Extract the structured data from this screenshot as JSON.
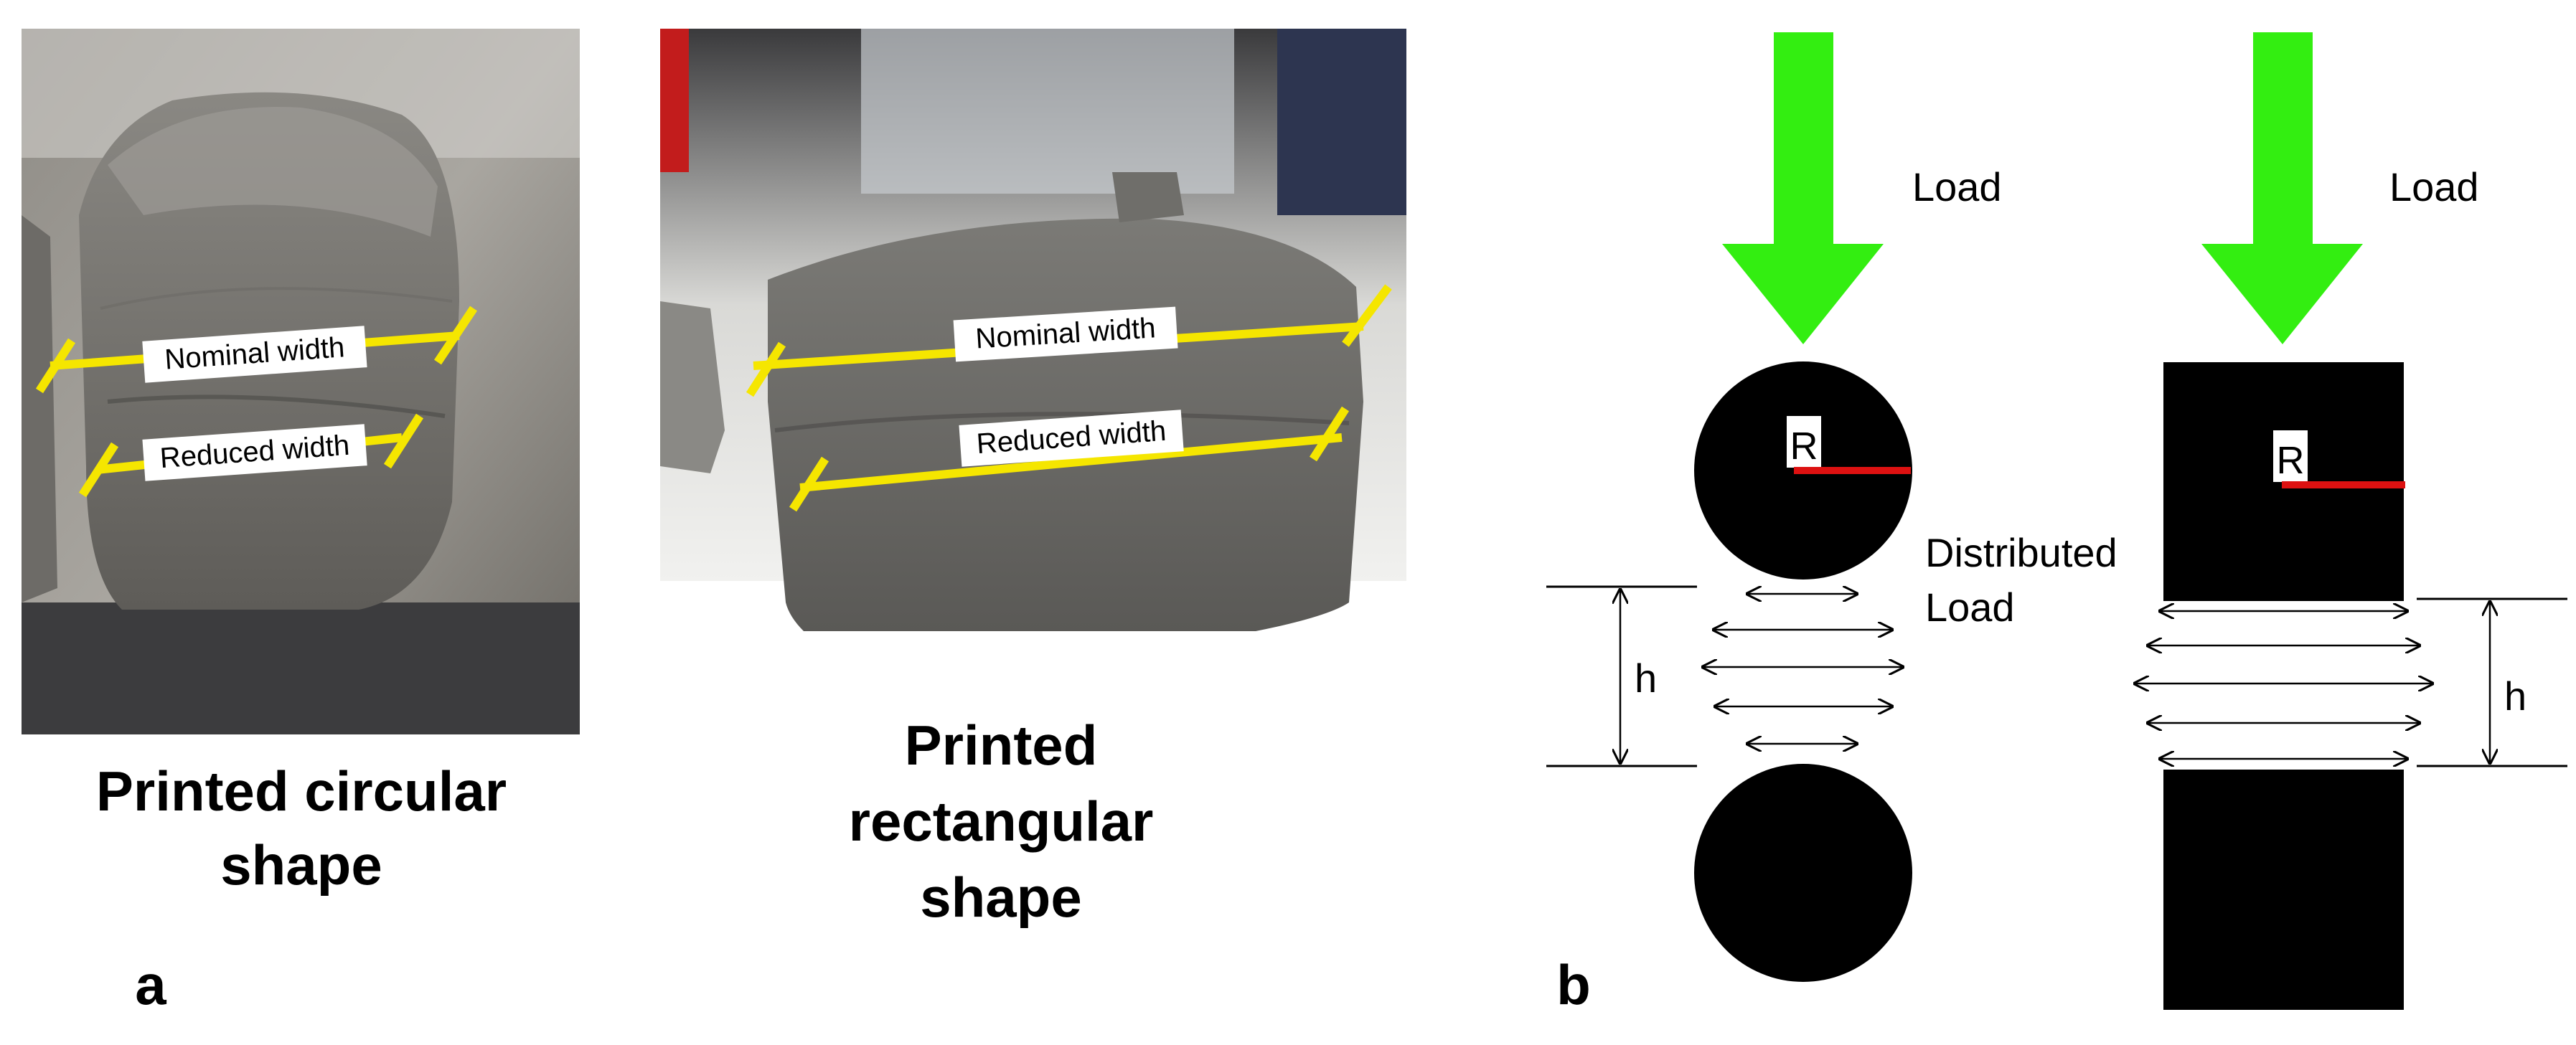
{
  "panel_a": {
    "letter": "a",
    "photo_circular": {
      "nominal_label": "Nominal width",
      "reduced_label": "Reduced width",
      "caption_lines": [
        "Printed circular",
        "shape"
      ]
    },
    "photo_rectangular": {
      "nominal_label": "Nominal width",
      "reduced_label": "Reduced width",
      "caption_lines": [
        "Printed",
        "rectangular",
        "shape"
      ]
    }
  },
  "panel_b": {
    "letter": "b",
    "circular": {
      "load_label": "Load",
      "radius_label": "R",
      "distributed_label_lines": [
        "Distributed",
        "Load"
      ],
      "height_label": "h"
    },
    "rectangular": {
      "load_label": "Load",
      "radius_label": "R",
      "height_label": "h"
    },
    "colors": {
      "load_arrow": "#33ee11",
      "radius_line": "#dd1111",
      "measure_line": "#f5e600",
      "specimen": "#000000"
    }
  }
}
